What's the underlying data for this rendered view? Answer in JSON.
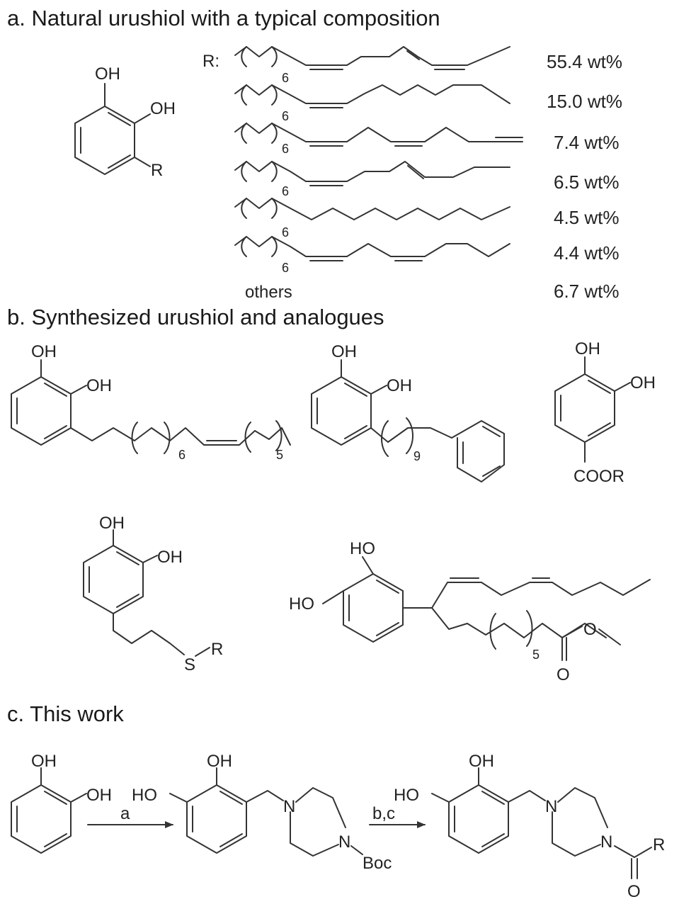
{
  "section_a": {
    "title": "a. Natural urushiol with a typical composition",
    "r_prefix": "R:",
    "oh": "OH",
    "r": "R",
    "chain_sub": "6",
    "others": "others",
    "compositions": [
      "55.4 wt%",
      "15.0 wt%",
      "7.4 wt%",
      "6.5 wt%",
      "4.5 wt%",
      "4.4 wt%",
      "6.7 wt%"
    ]
  },
  "section_b": {
    "title": "b. Synthesized urushiol and analogues",
    "oh": "OH",
    "ho": "HO",
    "sub6": "6",
    "sub5": "5",
    "sub9": "9",
    "coor": "COOR",
    "s": "S",
    "r": "R",
    "o": "O"
  },
  "section_c": {
    "title": "c. This work",
    "oh": "OH",
    "ho": "HO",
    "n": "N",
    "boc": "Boc",
    "r": "R",
    "o": "O",
    "step_a": "a",
    "step_bc": "b,c"
  }
}
